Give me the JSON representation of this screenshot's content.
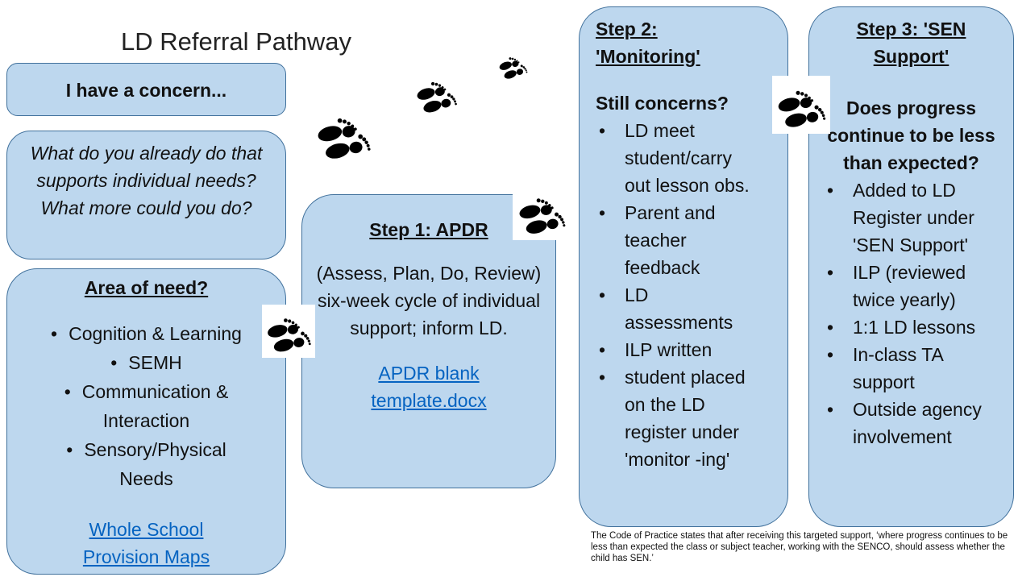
{
  "title": "LD Referral Pathway",
  "concern": "I have a concern...",
  "question": "What do you already do that supports individual needs? What more could you do?",
  "area": {
    "heading": "Area of need?",
    "items": [
      "Cognition & Learning",
      "SEMH",
      "Communication & Interaction",
      "Sensory/Physical Needs"
    ],
    "link": "Whole School Provision Maps"
  },
  "step1": {
    "heading": "Step 1: APDR",
    "body": "(Assess, Plan, Do, Review) six-week cycle of individual support; inform LD.",
    "link": "APDR blank template.docx"
  },
  "step2": {
    "heading": "Step 2: 'Monitoring'",
    "sub": "Still concerns?",
    "items": [
      "LD meet student/carry out lesson obs.",
      "Parent and teacher feedback",
      "LD assessments",
      "ILP written",
      "student placed on the LD register under 'monitor -ing'"
    ]
  },
  "step3": {
    "heading": "Step 3: 'SEN Support'",
    "sub": "Does progress continue to be less than expected?",
    "items": [
      "Added to LD Register under 'SEN Support'",
      "ILP (reviewed twice yearly)",
      "1:1 LD lessons",
      "In-class TA support",
      "Outside agency involvement"
    ]
  },
  "note": "The Code of Practice states that after receiving this targeted support, ‘where progress continues to be less than expected the class or subject teacher, working with the SENCO, should assess whether the child has SEN.’",
  "colors": {
    "box_fill": "#bdd7ee",
    "box_border": "#41719c",
    "link": "#0563c1"
  },
  "icons": [
    "footprints-icon"
  ]
}
